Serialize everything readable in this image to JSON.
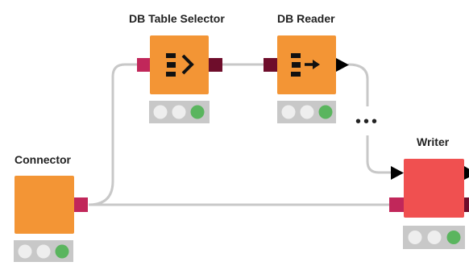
{
  "workflow": {
    "connections_color": "#c8c8c8",
    "dots_label": "•••",
    "nodes": [
      {
        "title": "Connector",
        "icon": "none",
        "body_color": "#f39535",
        "status": [
          "idle",
          "idle",
          "green"
        ]
      },
      {
        "title": "DB Table Selector",
        "icon": "db-selector-icon",
        "body_color": "#f39535",
        "status": [
          "idle",
          "idle",
          "green"
        ]
      },
      {
        "title": "DB Reader",
        "icon": "db-reader-icon",
        "body_color": "#f39535",
        "status": [
          "idle",
          "idle",
          "green"
        ]
      },
      {
        "title": "Writer",
        "icon": "none",
        "body_color": "#f05050",
        "status": [
          "idle",
          "idle",
          "green"
        ]
      }
    ],
    "port_colors": {
      "db": "#c1275a",
      "data_dark": "#6e0d2b",
      "flow": "#000000"
    },
    "status_colors": {
      "idle": "#eeeeee",
      "green": "#5ab55e",
      "bar": "#c8c8c8"
    }
  }
}
